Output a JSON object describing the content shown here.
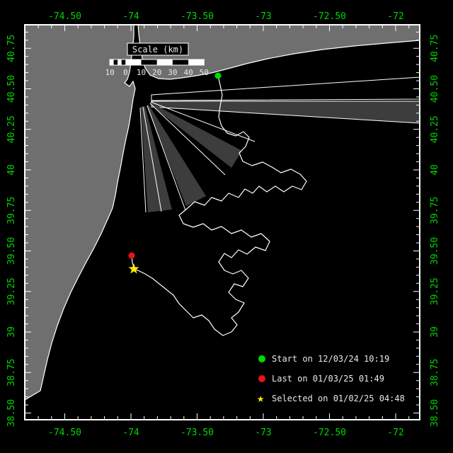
{
  "colors": {
    "background": "#000000",
    "frame": "#ffffff",
    "land": "#6f6f6f",
    "coast": "#ffffff",
    "beam_gray": "#3d3d3d",
    "axis_text": "#00d500",
    "track": "#ffffff",
    "text": "#e8e8e8",
    "start": "#00dd00",
    "last": "#ee1111",
    "selected": "#ffee00"
  },
  "axes": {
    "lon": {
      "values": [
        -74.5,
        -74,
        -73.5,
        -73,
        -72.5,
        -72
      ],
      "labels": [
        "-74.50",
        "-74",
        "-73.50",
        "-73",
        "-72.50",
        "-72"
      ]
    },
    "lat": {
      "values": [
        40.75,
        40.5,
        40.25,
        40,
        39.75,
        39.5,
        39.25,
        39,
        38.75,
        38.5
      ],
      "labels": [
        "40.75",
        "40.50",
        "40.25",
        "40",
        "39.75",
        "39.50",
        "39.25",
        "39",
        "38.75",
        "38.50"
      ]
    }
  },
  "scale_bar": {
    "title": "Scale (km)",
    "labels": [
      "10",
      "0",
      "10",
      "20",
      "30",
      "40",
      "50"
    ],
    "km_values": [
      -10,
      0,
      10,
      20,
      30,
      40,
      50
    ]
  },
  "legend": {
    "items": [
      {
        "label": "Start on 12/03/24 10:19",
        "marker": "circle",
        "color": "#00dd00"
      },
      {
        "label": "Last on 01/03/25 01:49",
        "marker": "circle",
        "color": "#ee1111"
      },
      {
        "label": "Selected on 01/02/25 04:48",
        "marker": "star",
        "color": "#ffee00"
      }
    ]
  },
  "map": {
    "land_nj": [
      [
        35,
        35
      ],
      [
        189,
        35
      ],
      [
        189,
        52
      ],
      [
        187,
        70
      ],
      [
        185,
        88
      ],
      [
        183,
        102
      ],
      [
        180,
        112
      ],
      [
        176,
        117
      ],
      [
        183,
        122
      ],
      [
        188,
        115
      ],
      [
        191,
        125
      ],
      [
        188,
        140
      ],
      [
        185,
        160
      ],
      [
        182,
        178
      ],
      [
        178,
        196
      ],
      [
        174,
        216
      ],
      [
        170,
        238
      ],
      [
        166,
        258
      ],
      [
        163,
        276
      ],
      [
        159,
        294
      ],
      [
        152,
        310
      ],
      [
        143,
        330
      ],
      [
        133,
        350
      ],
      [
        122,
        370
      ],
      [
        111,
        391
      ],
      [
        100,
        413
      ],
      [
        90,
        436
      ],
      [
        81,
        460
      ],
      [
        73,
        485
      ],
      [
        67,
        508
      ],
      [
        62,
        530
      ],
      [
        57,
        552
      ],
      [
        35,
        565
      ]
    ],
    "land_li": [
      [
        195,
        35
      ],
      [
        593,
        35
      ],
      [
        593,
        57
      ],
      [
        545,
        61
      ],
      [
        500,
        65
      ],
      [
        455,
        70
      ],
      [
        415,
        76
      ],
      [
        378,
        83
      ],
      [
        348,
        90
      ],
      [
        322,
        97
      ],
      [
        299,
        103
      ],
      [
        277,
        107
      ],
      [
        257,
        110
      ],
      [
        240,
        112
      ],
      [
        224,
        111
      ],
      [
        212,
        106
      ],
      [
        205,
        96
      ],
      [
        201,
        82
      ],
      [
        198,
        64
      ],
      [
        196,
        48
      ]
    ],
    "beams": [
      {
        "points": [
          [
            214,
            134
          ],
          [
            593,
            109
          ],
          [
            593,
            140
          ],
          [
            214,
            142
          ]
        ],
        "fill": "#000000",
        "stroke": "#ffffff"
      },
      {
        "points": [
          [
            214,
            143
          ],
          [
            593,
            143
          ],
          [
            593,
            174
          ],
          [
            214,
            151
          ]
        ],
        "fill": "#3d3d3d",
        "stroke": "#ffffff"
      },
      {
        "points": [
          [
            213,
            145
          ],
          [
            342,
            213
          ],
          [
            327,
            237
          ],
          [
            211,
            147
          ]
        ],
        "fill": "#3d3d3d",
        "stroke": "none"
      },
      {
        "points": [
          [
            210,
            148
          ],
          [
            291,
            277
          ],
          [
            263,
            291
          ],
          [
            207,
            150
          ]
        ],
        "fill": "#3d3d3d",
        "stroke": "none"
      },
      {
        "points": [
          [
            205,
            150
          ],
          [
            243,
            296
          ],
          [
            209,
            300
          ],
          [
            199,
            151
          ]
        ],
        "fill": "#3d3d3d",
        "stroke": "none"
      }
    ],
    "spokes": [
      [
        [
          213,
          144
        ],
        [
          360,
          200
        ]
      ],
      [
        [
          212,
          146
        ],
        [
          318,
          247
        ]
      ],
      [
        [
          208,
          149
        ],
        [
          262,
          297
        ]
      ],
      [
        [
          202,
          151
        ],
        [
          228,
          299
        ]
      ],
      [
        [
          198,
          152
        ],
        [
          206,
          300
        ]
      ]
    ],
    "track": [
      [
        308,
        107
      ],
      [
        311,
        120
      ],
      [
        314,
        134
      ],
      [
        311,
        150
      ],
      [
        309,
        165
      ],
      [
        313,
        178
      ],
      [
        321,
        188
      ],
      [
        333,
        192
      ],
      [
        344,
        186
      ],
      [
        352,
        194
      ],
      [
        347,
        207
      ],
      [
        338,
        216
      ],
      [
        343,
        228
      ],
      [
        356,
        234
      ],
      [
        371,
        229
      ],
      [
        384,
        236
      ],
      [
        397,
        244
      ],
      [
        411,
        239
      ],
      [
        424,
        246
      ],
      [
        433,
        256
      ],
      [
        426,
        268
      ],
      [
        413,
        263
      ],
      [
        401,
        271
      ],
      [
        389,
        263
      ],
      [
        377,
        271
      ],
      [
        366,
        263
      ],
      [
        357,
        273
      ],
      [
        346,
        267
      ],
      [
        337,
        279
      ],
      [
        323,
        273
      ],
      [
        313,
        284
      ],
      [
        299,
        279
      ],
      [
        289,
        290
      ],
      [
        275,
        285
      ],
      [
        264,
        295
      ],
      [
        253,
        304
      ],
      [
        259,
        316
      ],
      [
        273,
        321
      ],
      [
        287,
        316
      ],
      [
        299,
        325
      ],
      [
        313,
        320
      ],
      [
        327,
        330
      ],
      [
        341,
        325
      ],
      [
        355,
        335
      ],
      [
        369,
        330
      ],
      [
        381,
        341
      ],
      [
        375,
        354
      ],
      [
        361,
        349
      ],
      [
        349,
        359
      ],
      [
        337,
        353
      ],
      [
        327,
        364
      ],
      [
        317,
        358
      ],
      [
        309,
        370
      ],
      [
        317,
        382
      ],
      [
        329,
        387
      ],
      [
        341,
        382
      ],
      [
        351,
        393
      ],
      [
        343,
        405
      ],
      [
        331,
        401
      ],
      [
        323,
        413
      ],
      [
        333,
        423
      ],
      [
        345,
        428
      ],
      [
        337,
        441
      ],
      [
        327,
        449
      ],
      [
        335,
        459
      ],
      [
        327,
        469
      ],
      [
        315,
        474
      ],
      [
        303,
        465
      ],
      [
        295,
        453
      ],
      [
        285,
        445
      ],
      [
        273,
        449
      ],
      [
        263,
        439
      ],
      [
        253,
        429
      ],
      [
        245,
        417
      ],
      [
        235,
        409
      ],
      [
        225,
        401
      ],
      [
        215,
        393
      ],
      [
        205,
        387
      ],
      [
        197,
        383
      ],
      [
        190,
        380
      ],
      [
        187,
        371
      ],
      [
        186,
        361
      ]
    ],
    "markers": {
      "start": [
        308,
        107
      ],
      "last": [
        186,
        361
      ],
      "selected": [
        189,
        380
      ]
    }
  }
}
